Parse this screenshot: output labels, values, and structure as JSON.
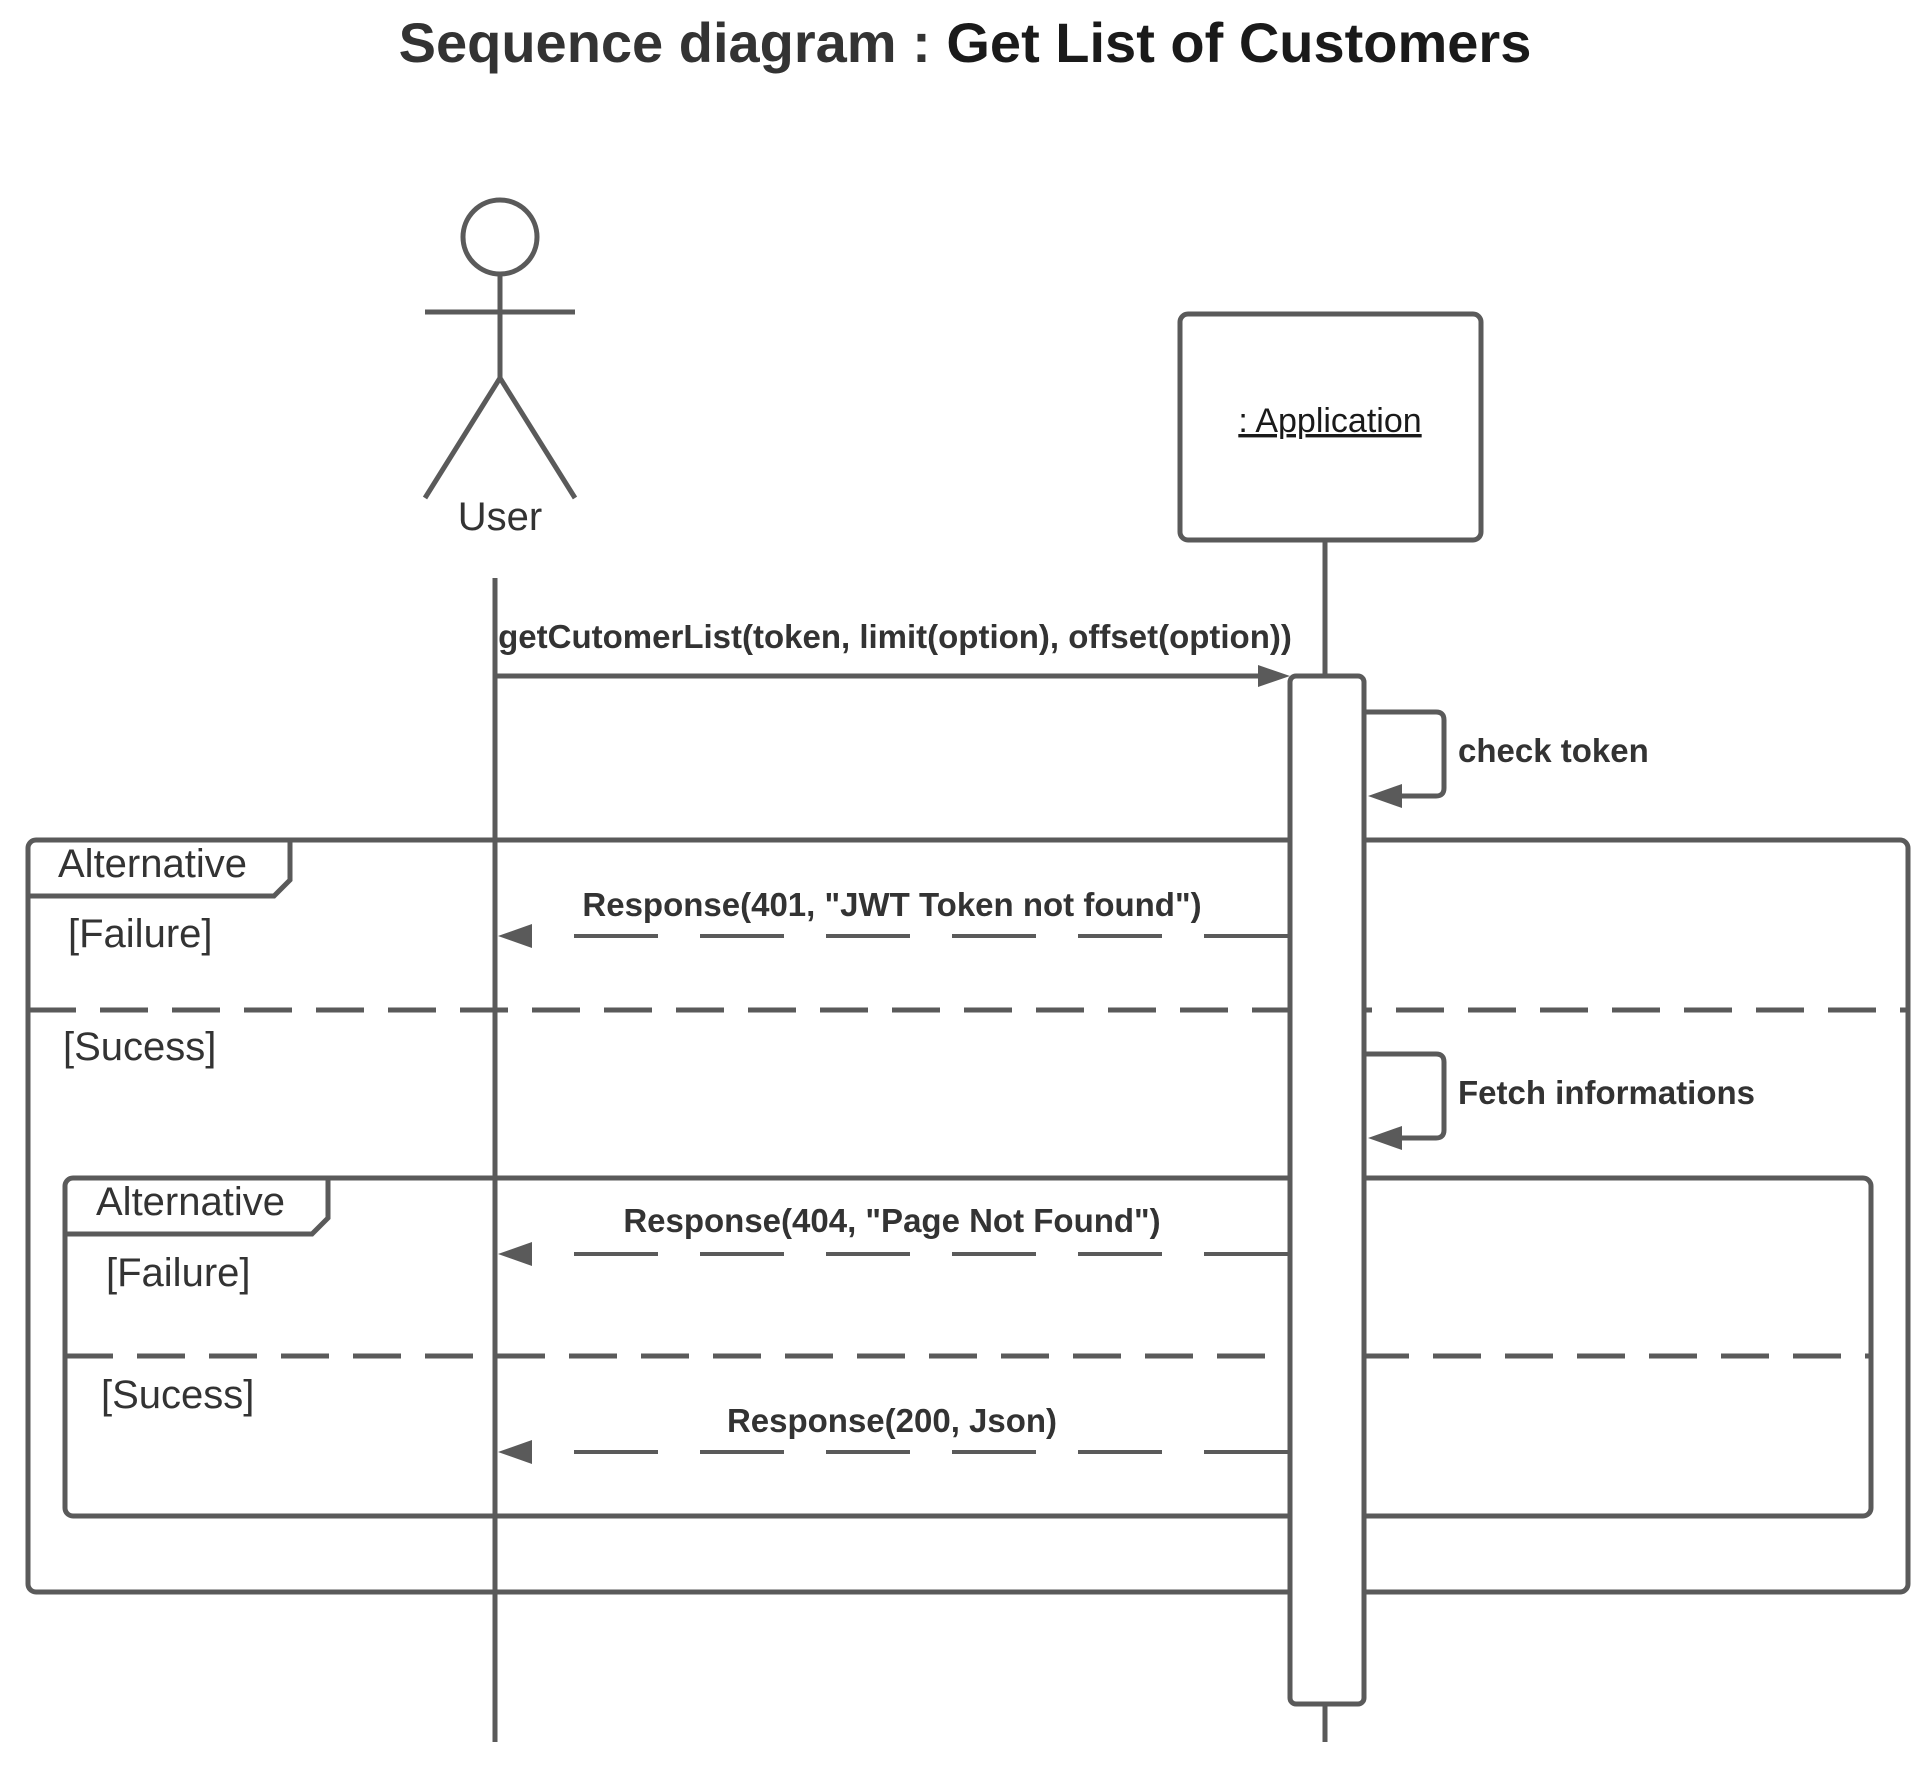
{
  "title": {
    "prefix": "Sequence diagram : ",
    "main": "Get List of Customers"
  },
  "participants": {
    "actor": "User",
    "object": ": Application"
  },
  "messages": {
    "request": "getCutomerList(token, limit(option), offset(option))",
    "check_token": "check token",
    "resp_401": "Response(401, \"JWT Token not found\")",
    "fetch": "Fetch informations",
    "resp_404": "Response(404, \"Page Not Found\")",
    "resp_200": "Response(200, Json)"
  },
  "fragments": {
    "outer": {
      "label": "Alternative",
      "guard_failure": "[Failure]",
      "guard_success": "[Sucess]"
    },
    "inner": {
      "label": "Alternative",
      "guard_failure": "[Failure]",
      "guard_success": "[Sucess]"
    }
  },
  "colors": {
    "line": "#5a5a5a",
    "text": "#333333",
    "background": "#ffffff"
  }
}
